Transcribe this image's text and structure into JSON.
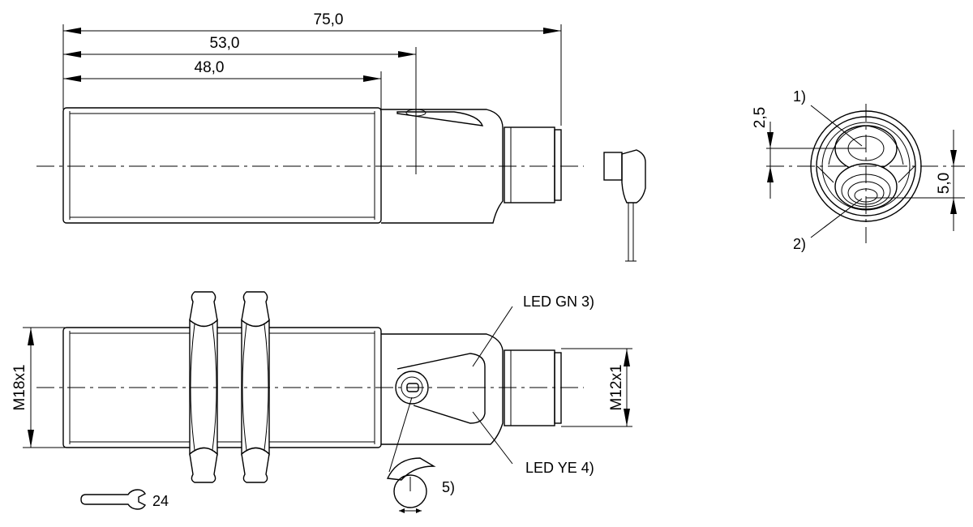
{
  "dimensions": {
    "overall_length": "75,0",
    "mid_length": "53,0",
    "body_length": "48,0",
    "offset_top": "2,5",
    "offset_bottom": "5,0",
    "thread_main": "M18x1",
    "thread_connector": "M12x1"
  },
  "callouts": {
    "item1": "1)",
    "item2": "2)",
    "led_green": "LED GN 3)",
    "led_yellow": "LED YE 4)",
    "item5": "5)",
    "wrench_size": "24"
  }
}
